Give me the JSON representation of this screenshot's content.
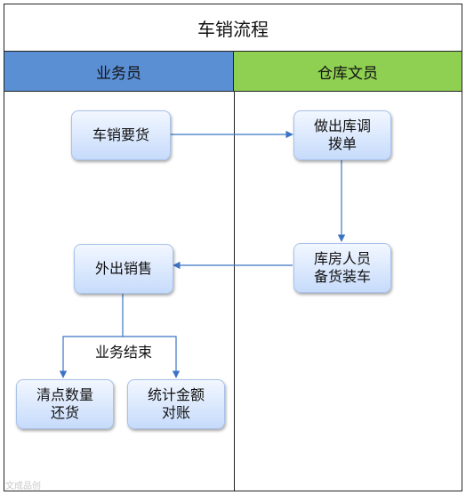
{
  "title": "车销流程",
  "lanes": {
    "left": "业务员",
    "right": "仓库文员"
  },
  "nodes": {
    "n1": "车销要货",
    "n2": "做出库调\n拨单",
    "n3": "库房人员\n备货装车",
    "n4": "外出销售",
    "n5": "清点数量\n还货",
    "n6": "统计金额\n对账"
  },
  "edge_label": "业务结束",
  "watermark": "文成品创"
}
